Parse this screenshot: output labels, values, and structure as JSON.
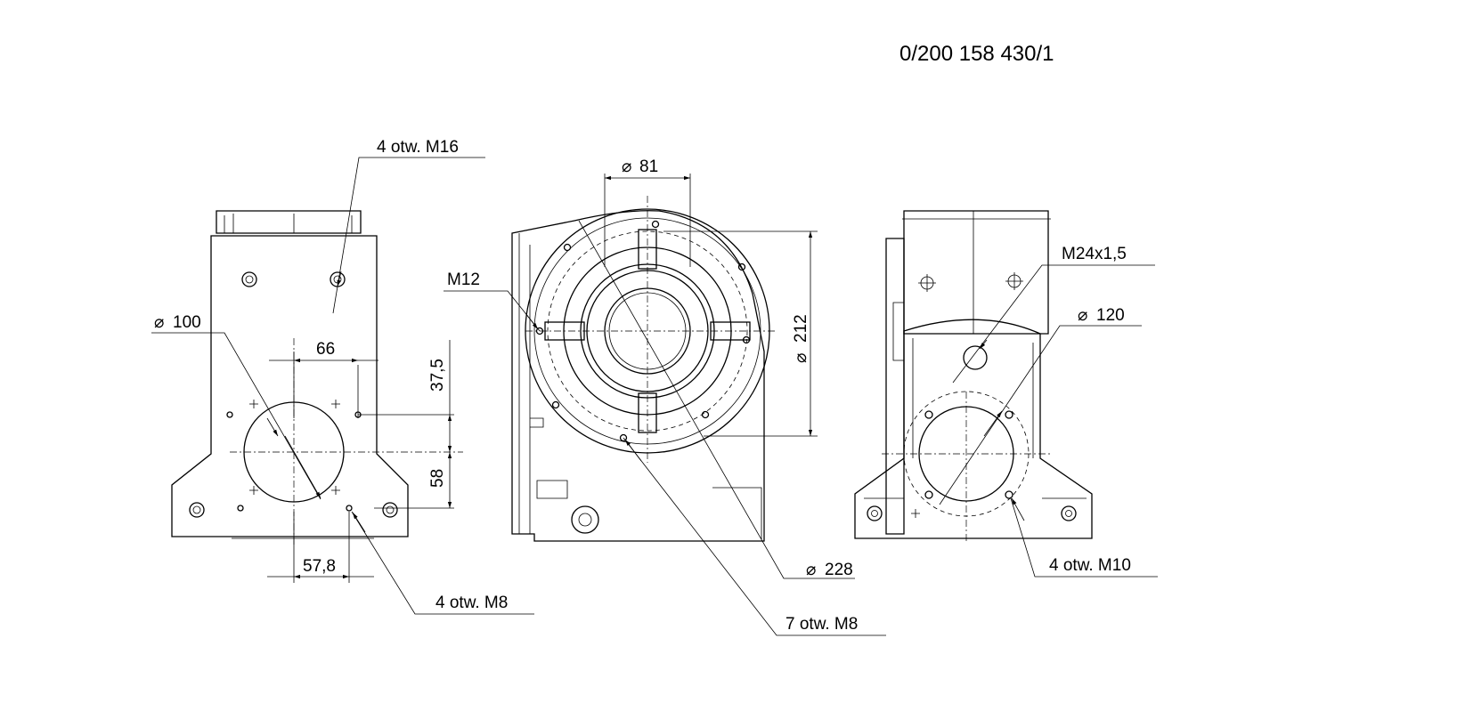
{
  "drawing_number": "0/200 158 430/1",
  "left_view": {
    "label_holes_top": "4 otw. M16",
    "label_dia": "100",
    "dim_horizontal_top": "66",
    "dim_vertical_top": "37,5",
    "dim_vertical_bottom": "58",
    "dim_horizontal_bottom": "57,8",
    "label_holes_bottom": "4 otw. M8"
  },
  "middle_view": {
    "label_bore_dia": "81",
    "label_thread": "M12",
    "label_outer_dia": "212",
    "label_flange_dia": "228",
    "label_holes": "7 otw. M8"
  },
  "right_view": {
    "label_thread": "M24x1,5",
    "label_dia": "120",
    "label_holes": "4 otw. M10"
  },
  "symbols": {
    "diameter": "⌀"
  }
}
